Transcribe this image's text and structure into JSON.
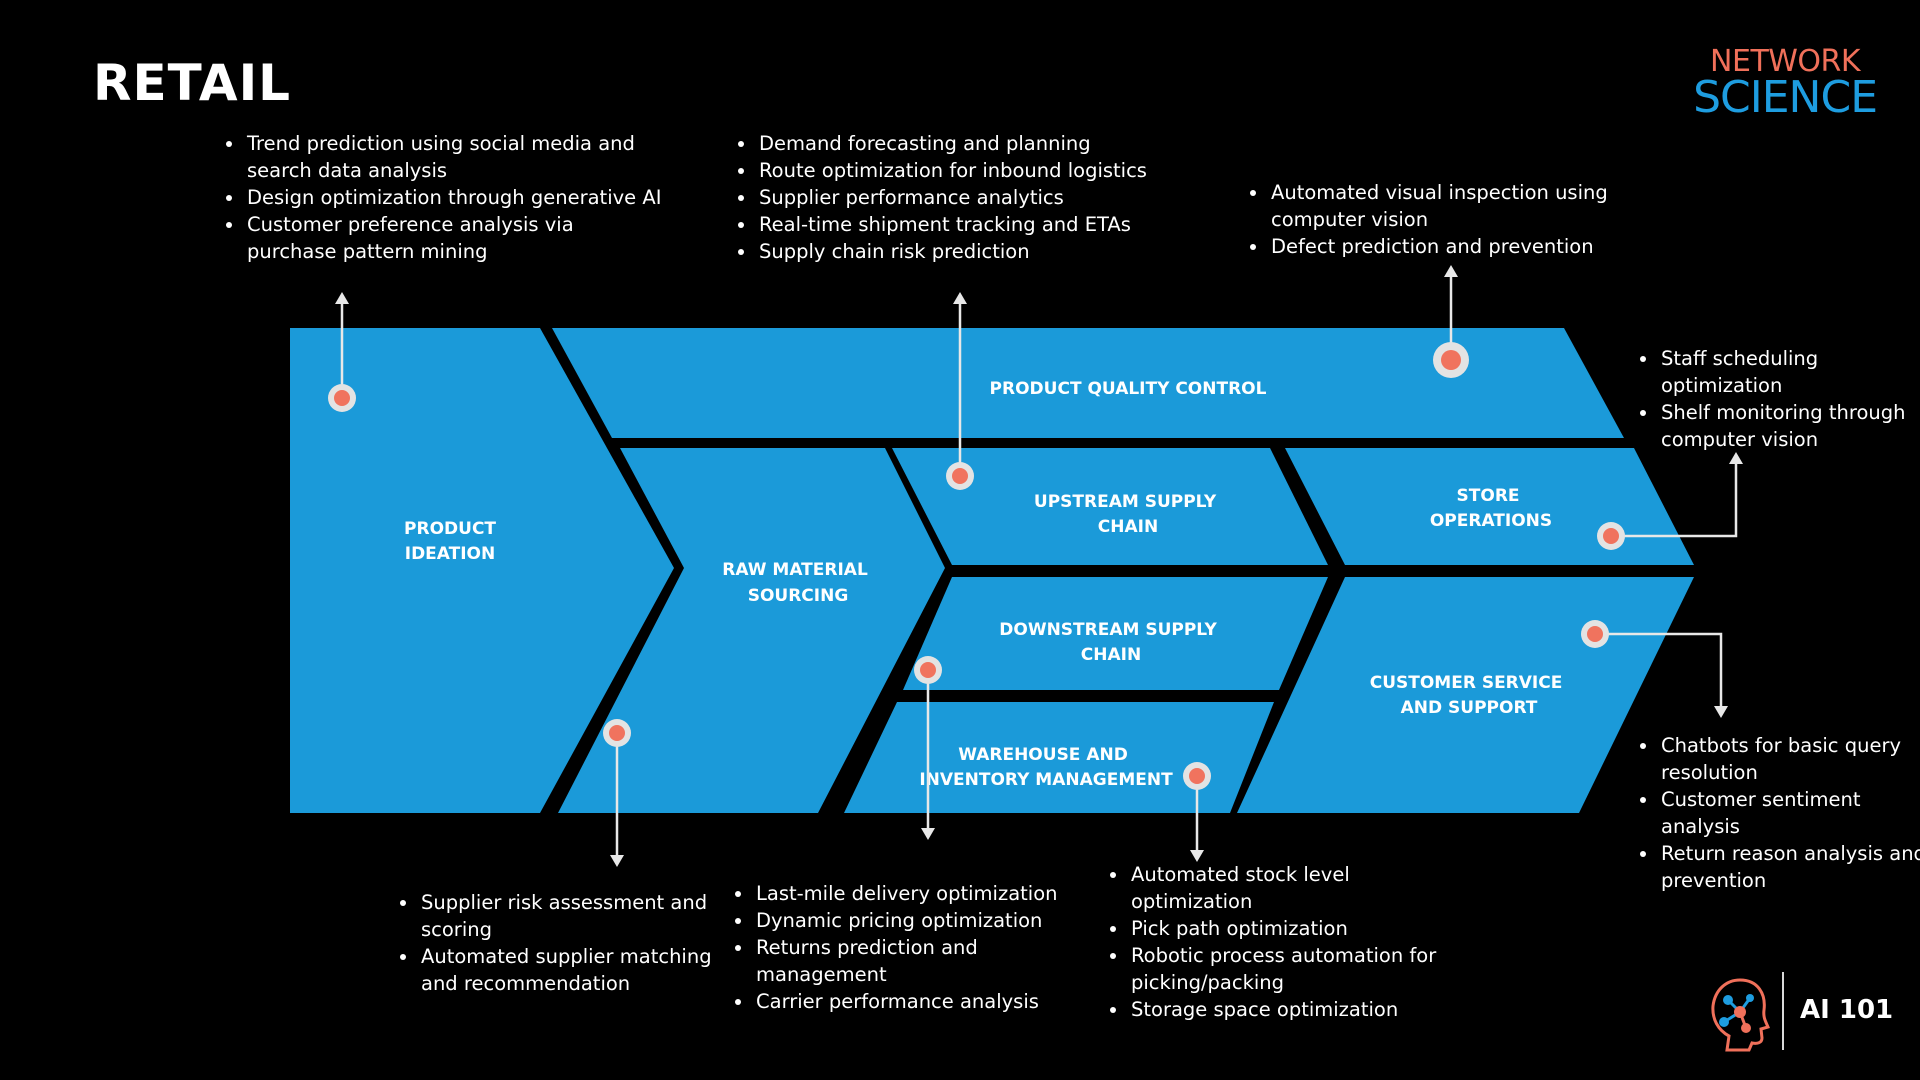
{
  "page": {
    "title": "RETAIL"
  },
  "brand": {
    "line1": "NETWORK",
    "line2": "SCIENCE",
    "color1": "#f0705a",
    "color2": "#1e9de0"
  },
  "footer": {
    "course": "AI 101",
    "logo_icon": "head-network-icon"
  },
  "colors": {
    "segment": "#1b9ad9",
    "node": "#f0735e",
    "background": "#000000"
  },
  "segments": {
    "product_ideation": [
      "PRODUCT",
      "IDEATION"
    ],
    "quality_control": [
      "PRODUCT QUALITY  CONTROL"
    ],
    "raw_material": [
      "RAW MATERIAL",
      "SOURCING"
    ],
    "upstream": [
      "UPSTREAM SUPPLY",
      "CHAIN"
    ],
    "store_ops": [
      "STORE",
      "OPERATIONS"
    ],
    "downstream": [
      "DOWNSTREAM SUPPLY",
      "CHAIN"
    ],
    "warehouse": [
      "WAREHOUSE AND",
      "INVENTORY MANAGEMENT"
    ],
    "customer": [
      "CUSTOMER SERVICE",
      "AND SUPPORT"
    ]
  },
  "callouts": {
    "product_ideation": [
      "Trend prediction using social media and search data analysis",
      "Design optimization through generative AI",
      "Customer preference analysis via purchase pattern mining"
    ],
    "upstream": [
      "Demand forecasting and planning",
      "Route optimization for inbound logistics",
      "Supplier performance analytics",
      "Real-time shipment tracking and ETAs",
      "Supply chain risk prediction"
    ],
    "quality_control": [
      "Automated visual inspection using computer vision",
      "Defect prediction and prevention"
    ],
    "store_ops": [
      "Staff scheduling optimization",
      "Shelf monitoring through computer vision"
    ],
    "customer": [
      "Chatbots for basic query resolution",
      "Customer sentiment analysis",
      "Return reason analysis and prevention"
    ],
    "raw_material": [
      "Supplier risk assessment and scoring",
      "Automated supplier matching and recommendation"
    ],
    "downstream": [
      "Last-mile delivery optimization",
      "Dynamic pricing optimization",
      "Returns prediction and management",
      "Carrier performance analysis"
    ],
    "warehouse": [
      "Automated stock level optimization",
      "Pick path optimization",
      "Robotic process automation for picking/packing",
      "Storage space optimization"
    ]
  }
}
